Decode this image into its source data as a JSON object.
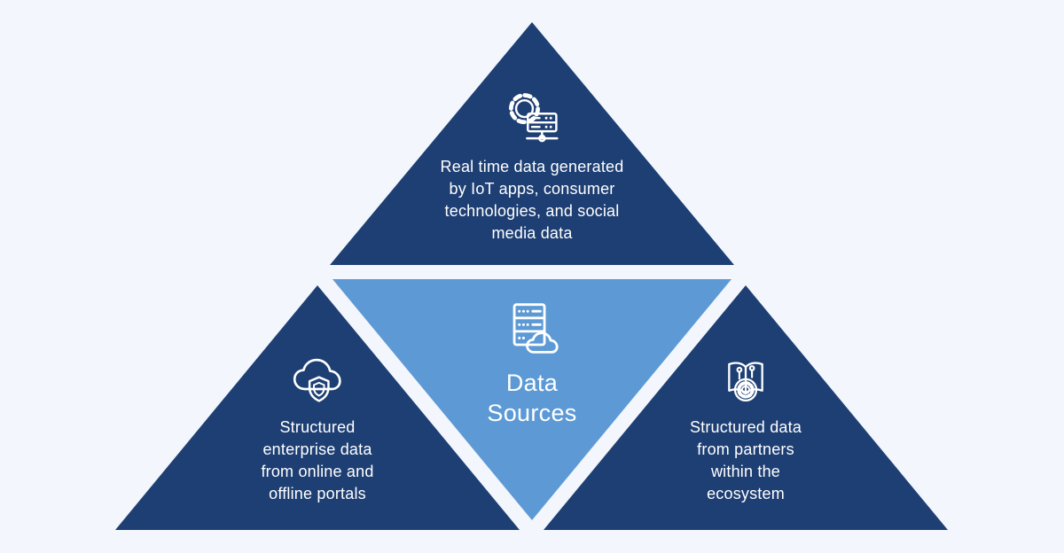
{
  "colors": {
    "background": "#f3f6fc",
    "dark": "#1e3f73",
    "light": "#5d9ad5",
    "text": "#ffffff"
  },
  "diagram": {
    "center": {
      "icon": "server-cloud-icon",
      "lines": [
        "Data",
        "Sources"
      ]
    },
    "top": {
      "icon": "gear-server-icon",
      "lines": [
        "Real time data generated",
        "by IoT apps, consumer",
        "technologies, and social",
        "media data"
      ]
    },
    "left": {
      "icon": "cloud-shield-icon",
      "lines": [
        "Structured",
        "enterprise data",
        "from online and",
        "offline portals"
      ]
    },
    "right": {
      "icon": "book-circuit-gear-icon",
      "lines": [
        "Structured data",
        "from partners",
        "within the",
        "ecosystem"
      ]
    }
  }
}
